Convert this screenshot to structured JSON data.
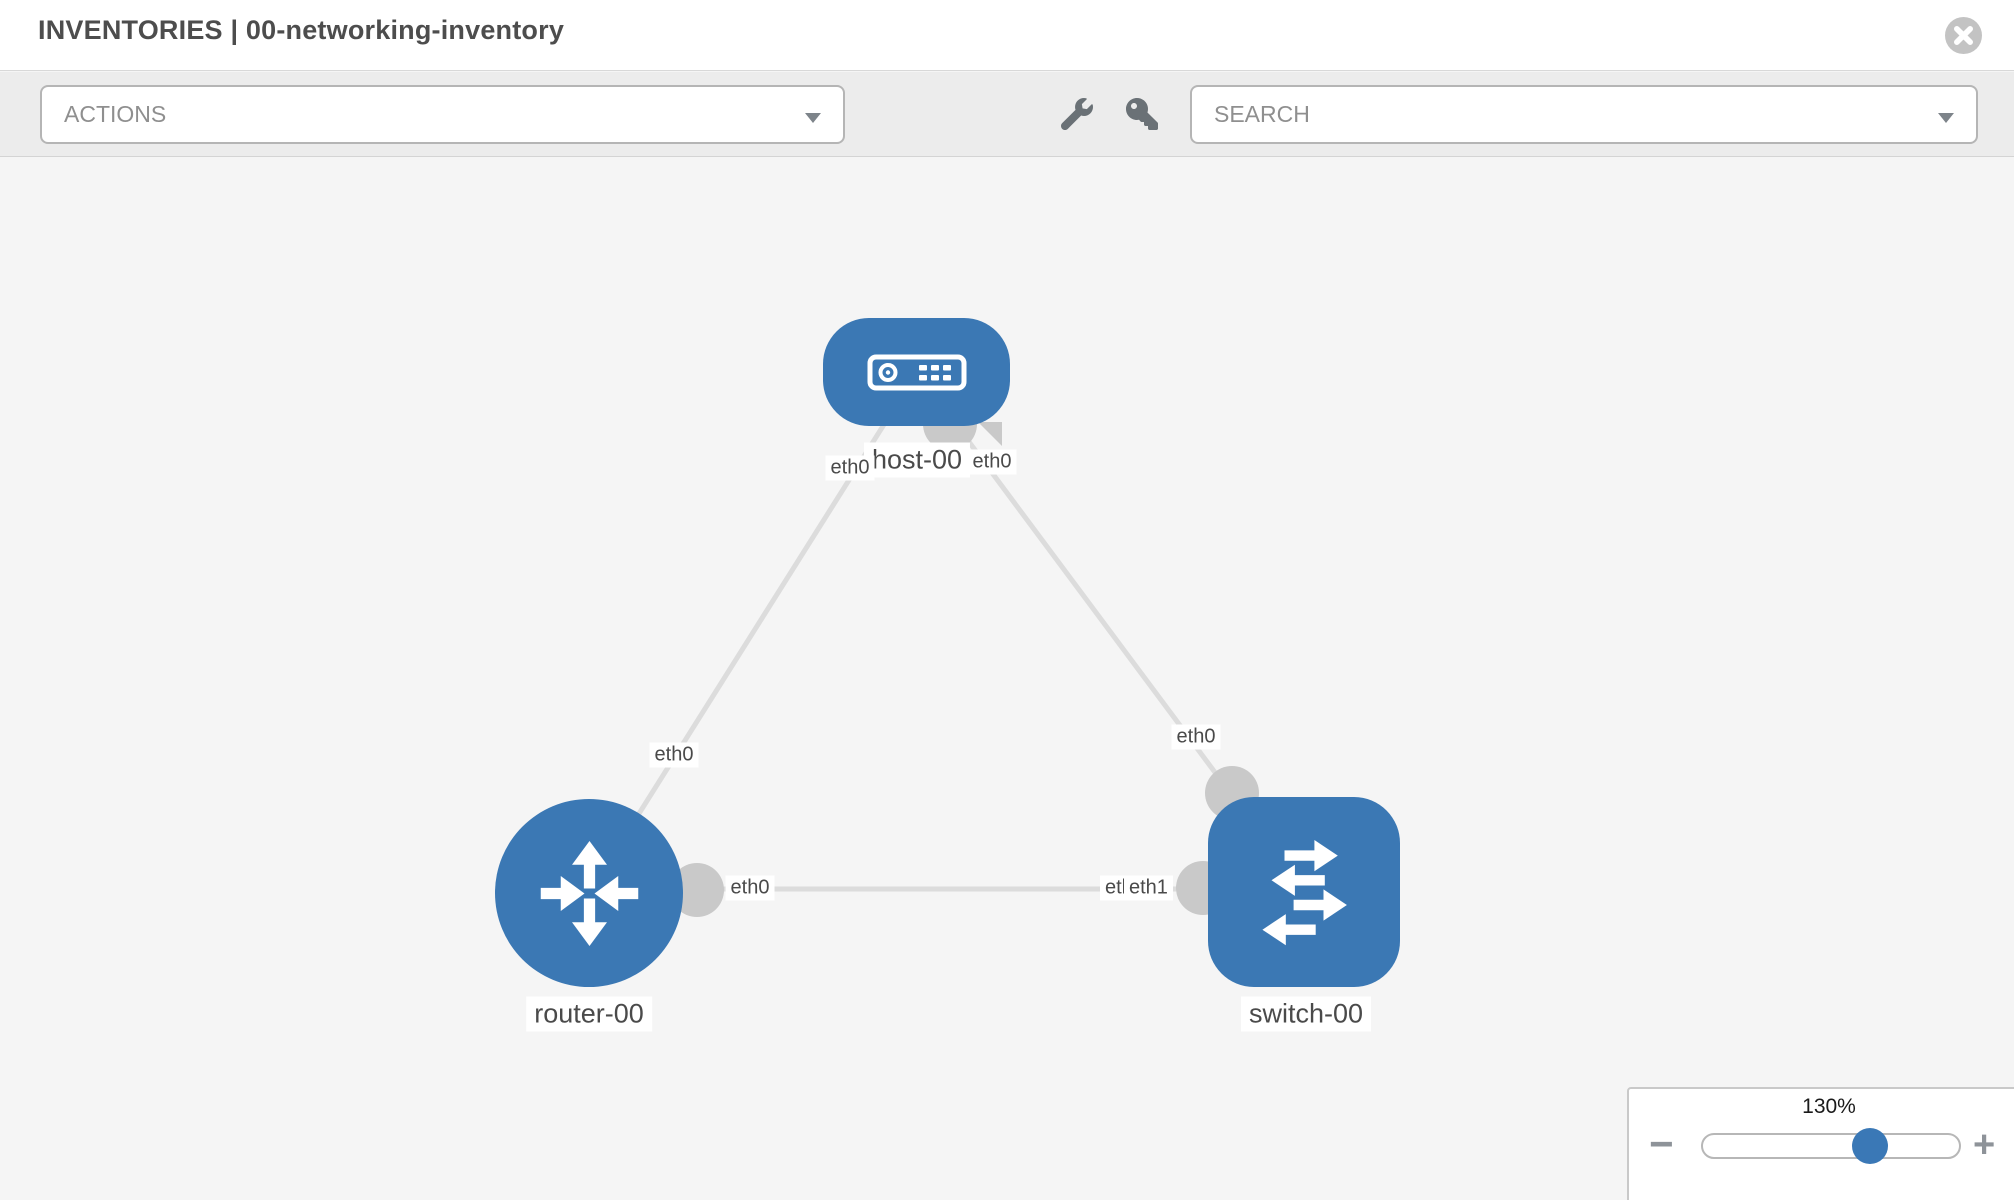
{
  "header": {
    "title": "INVENTORIES | 00-networking-inventory"
  },
  "toolbar": {
    "actions_label": "ACTIONS",
    "search_label": "SEARCH"
  },
  "topology": {
    "nodes": {
      "host": {
        "label": "host-00",
        "type": "host"
      },
      "router": {
        "label": "router-00",
        "type": "router"
      },
      "switch": {
        "label": "switch-00",
        "type": "switch"
      }
    },
    "interfaces": {
      "host_left": "eth0",
      "host_right": "eth0",
      "host_router_link": "eth0",
      "host_switch_link": "eth0",
      "router_switch_near_router": "eth0",
      "router_switch_near_switch_under": "eth0",
      "router_switch_near_switch_over": "eth1"
    },
    "links": [
      {
        "from": "host-00",
        "to": "router-00"
      },
      {
        "from": "host-00",
        "to": "switch-00"
      },
      {
        "from": "router-00",
        "to": "switch-00"
      }
    ]
  },
  "zoom_control": {
    "level": "130%",
    "minus_label": "−",
    "plus_label": "+"
  },
  "colors": {
    "node_blue": "#3b78b4",
    "link_gray": "#dcdcdc",
    "interface_gray": "#c9c9c9",
    "toolbar_bg": "#ececec",
    "canvas_bg": "#f5f5f5"
  }
}
